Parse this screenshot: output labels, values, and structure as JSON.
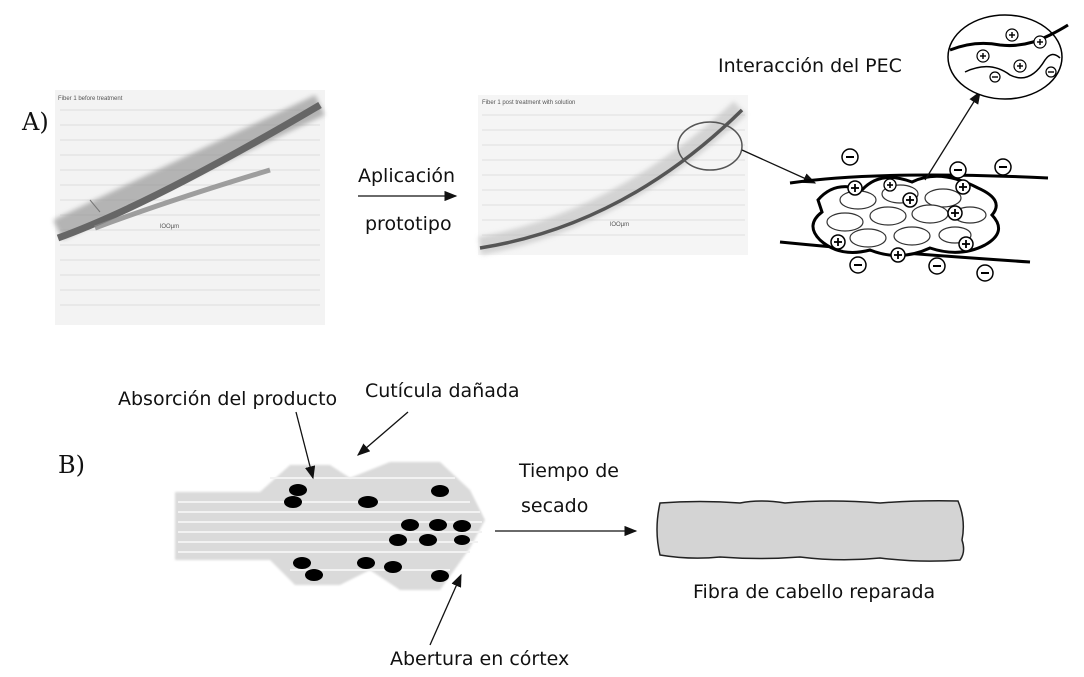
{
  "panels": {
    "a": "A)",
    "b": "B)"
  },
  "section_a": {
    "arrow_top": "Aplicación",
    "arrow_bottom": "prototipo",
    "pec_label": "Interacción del PEC",
    "fiber_left_caption": "Fiber 1 before treatment",
    "fiber_left_scale": "lOOµm",
    "fiber_right_caption": "Fiber 1 post treatment with solution",
    "fiber_right_scale": "lOOµm"
  },
  "section_b": {
    "absorption": "Absorción del producto",
    "cuticle": "Cutícula dañada",
    "drying_top": "Tiempo de",
    "drying_bottom": "secado",
    "repaired": "Fibra de cabello reparada",
    "cortex": "Abertura en córtex"
  },
  "colors": {
    "ink": "#111111",
    "fiber_gray": "#cfcfcf",
    "repaired_fill": "#d4d4d4"
  },
  "icons": [
    "negative-charge-icon",
    "positive-charge-icon",
    "arrow-icon"
  ]
}
